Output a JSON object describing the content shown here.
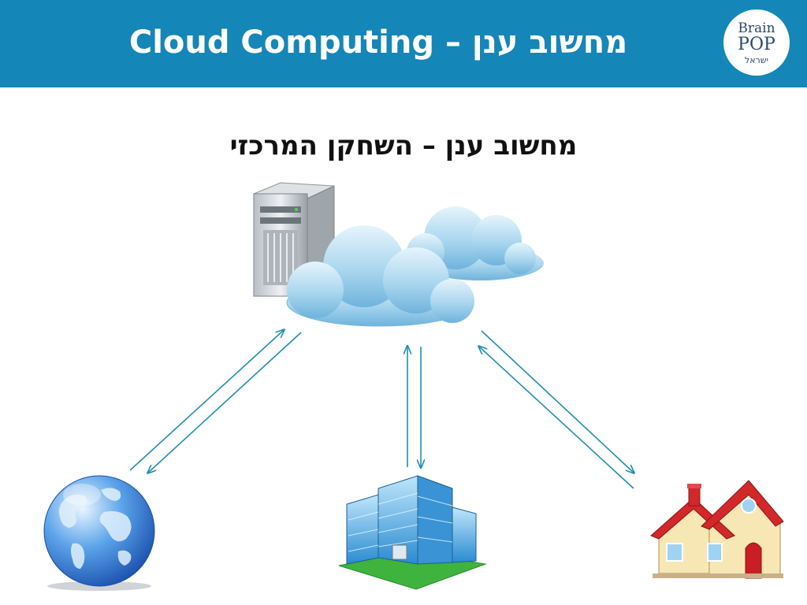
{
  "header": {
    "title": "מחשוב ענן – Cloud Computing",
    "background_color": "#1586b8"
  },
  "logo": {
    "brain": "Brain",
    "pop": "POP",
    "israel": "ישראל"
  },
  "subtitle": "מחשוב ענן – השחקן המרכזי",
  "colors": {
    "arrow": "#1e8fb3",
    "cloud": "#8ec8e8",
    "server": "#c8ccd0"
  },
  "icons": [
    "server-icon",
    "cloud-icon",
    "globe-icon",
    "office-building-icon",
    "house-icon"
  ]
}
